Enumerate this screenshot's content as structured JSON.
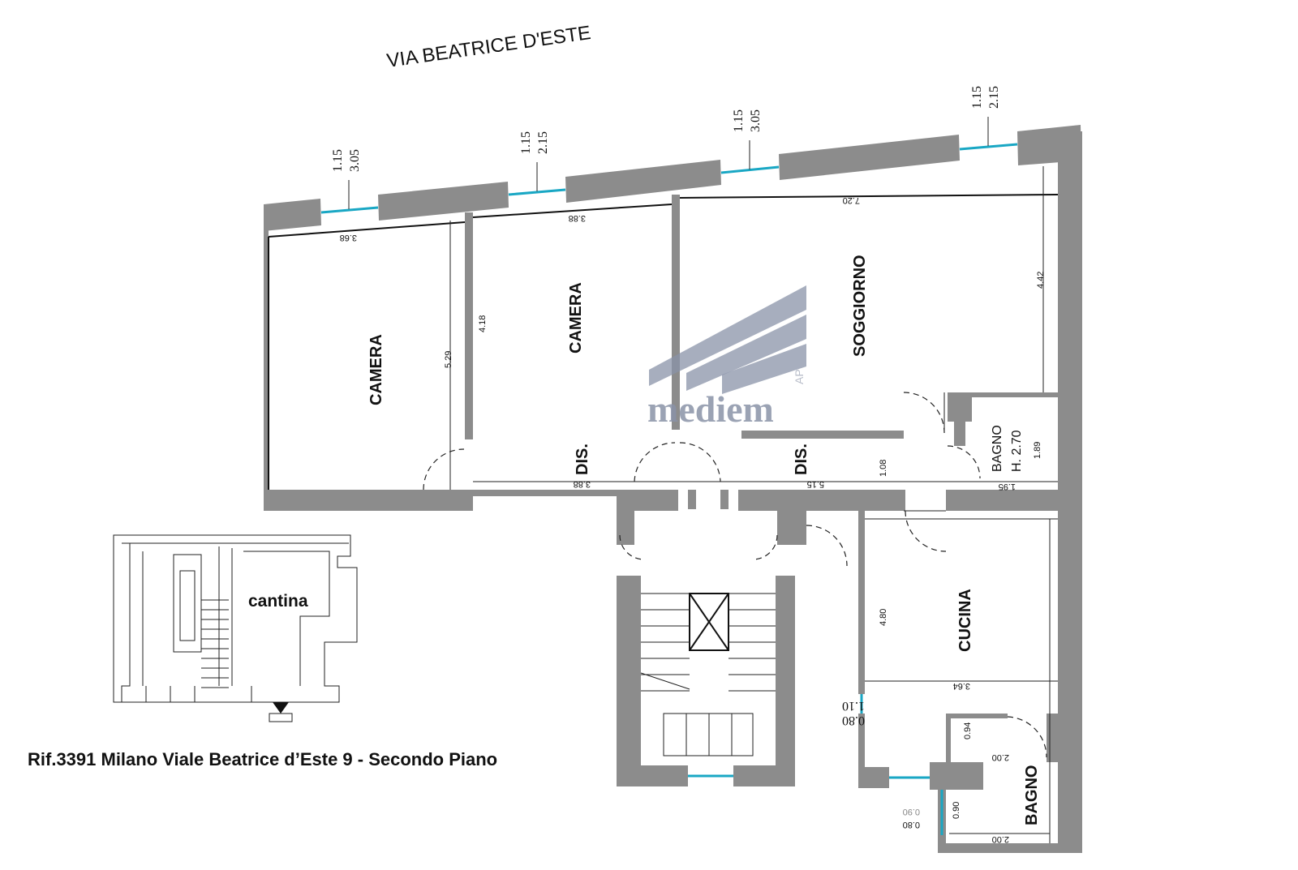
{
  "street": "VIA BEATRICE D'ESTE",
  "caption": "Rif.3391 Milano Viale Beatrice d’Este 9 - Secondo Piano",
  "logo": {
    "name": "mediem",
    "side": "AP"
  },
  "rooms": {
    "camera1": "CAMERA",
    "camera2": "CAMERA",
    "soggiorno": "SOGGIORNO",
    "dis1": "DIS.",
    "dis2": "DIS.",
    "bagno1": "BAGNO",
    "bagno1_h": "H. 2.70",
    "cucina": "CUCINA",
    "bagno2": "BAGNO",
    "cantina": "cantina"
  },
  "windows": [
    {
      "a": "1.15",
      "b": "3.05"
    },
    {
      "a": "1.15",
      "b": "2.15"
    },
    {
      "a": "1.15",
      "b": "3.05"
    },
    {
      "a": "1.15",
      "b": "2.15"
    }
  ],
  "dimensions": {
    "camera1_w": "3.68",
    "camera1_h": "5.29",
    "camera2_w": "3.88",
    "camera2_h": "4.18",
    "soggiorno_w": "7.20",
    "soggiorno_h": "4.42",
    "dis1_w": "3.88",
    "dis2_w": "5.15",
    "dis2_h": "1.08",
    "bagno1_w": "1.95",
    "bagno1_h": "1.89",
    "cucina_w": "3.64",
    "cucina_h": "4.80",
    "win_cucina_a": "1.10",
    "win_cucina_b": "0.80",
    "bagno2_h": "0.94",
    "bagno2_w1": "2.00",
    "bagno2_w2": "2.00",
    "win_bagno_a": "0.90",
    "win_bagno_b": "0.80",
    "bagno2_side": "0.90"
  }
}
